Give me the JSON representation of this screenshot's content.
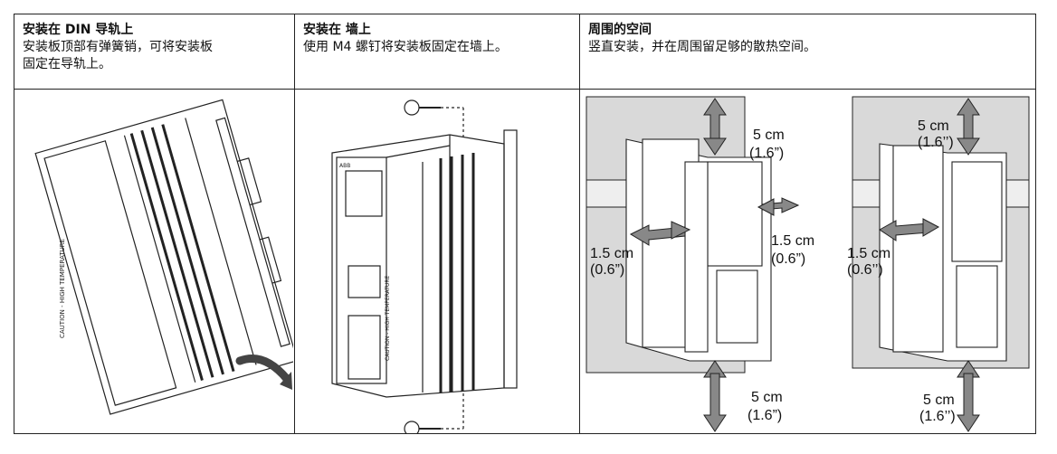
{
  "columns": [
    {
      "title": "安装在 DIN 导轨上",
      "description_lines": [
        "安装板顶部有弹簧销，可将安装板",
        "固定在导轨上。"
      ]
    },
    {
      "title": "安装在 墙上",
      "description_lines": [
        "使用 M4 螺钉将安装板固定在墙上。"
      ]
    },
    {
      "title": "周围的空间",
      "description_lines": [
        "竖直安装，并在周围留足够的散热空间。"
      ]
    }
  ],
  "clearances": {
    "top_cm": "5 cm",
    "top_in": "(1.6”)",
    "top_in_right": "(1.6’’)",
    "side_cm": "1.5 cm",
    "side_in": "(0.6”)",
    "side_in_left": "(0.6’’)",
    "bottom_cm": "5 cm",
    "bottom_in": "(1.6”)",
    "bottom_in_right": "(1.6’’)"
  },
  "device_labels": {
    "caution_text": "CAUTION - HIGH TEMPERATURE",
    "brand": "ABB"
  },
  "colors": {
    "wall_gray": "#d9d9d9",
    "line": "#222222"
  }
}
